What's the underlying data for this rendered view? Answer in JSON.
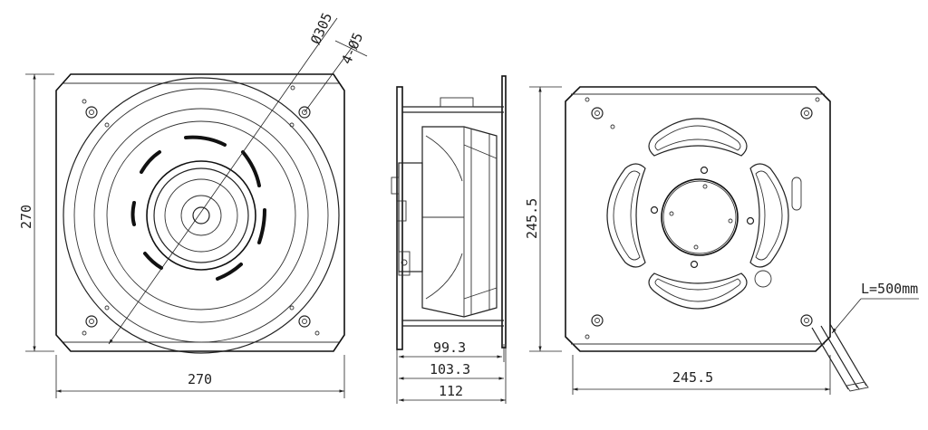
{
  "front_view": {
    "height_dim": "270",
    "width_dim": "270",
    "diameter_dim": "Ø305",
    "hole_dim": "4-Ø5"
  },
  "side_view": {
    "depth_1": "99.3",
    "depth_2": "103.3",
    "depth_3": "112"
  },
  "back_view": {
    "height_dim": "245.5",
    "width_dim": "245.5",
    "cable_dim": "L=500mm"
  }
}
